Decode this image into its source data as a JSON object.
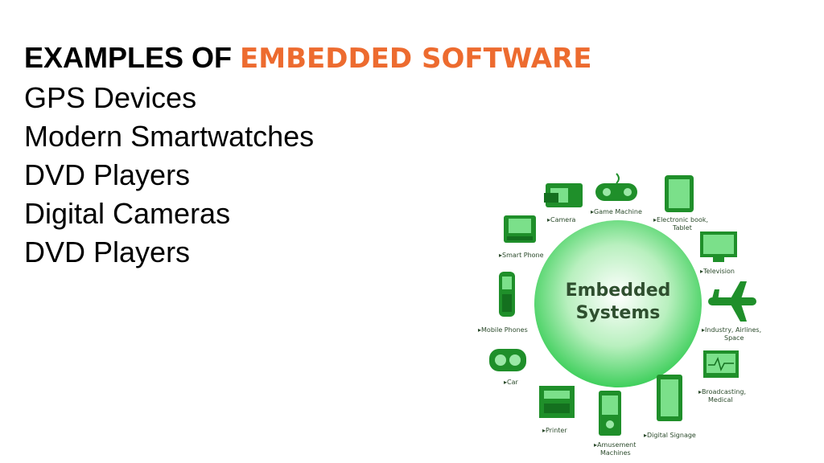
{
  "slide": {
    "title_prefix": "EXAMPLES OF ",
    "title_accent": "EMBEDDED SOFTWARE",
    "accent_color": "#ED6B2F",
    "items": [
      "GPS Devices",
      "Modern Smartwatches",
      "DVD Players",
      "Digital Cameras",
      "DVD Players"
    ]
  },
  "diagram": {
    "hub_line1": "Embedded",
    "hub_line2": "Systems",
    "hub_color": "#4fd36a",
    "icon_color": "#1f8f2a",
    "labels": {
      "camera": "▸Camera",
      "game_machine": "▸Game Machine",
      "ebook_line1": "▸Electronic book,",
      "ebook_line2": "Tablet",
      "smart_phone": "▸Smart Phone",
      "television": "▸Television",
      "mobile_phones": "▸Mobile Phones",
      "industry_line1": "▸Industry, Airlines,",
      "industry_line2": "Space",
      "car": "▸Car",
      "broadcasting_line1": "▸Broadcasting,",
      "broadcasting_line2": "Medical",
      "printer": "▸Printer",
      "digital_signage": "▸Digital Signage",
      "amusement_line1": "▸Amusement",
      "amusement_line2": "Machines"
    }
  }
}
